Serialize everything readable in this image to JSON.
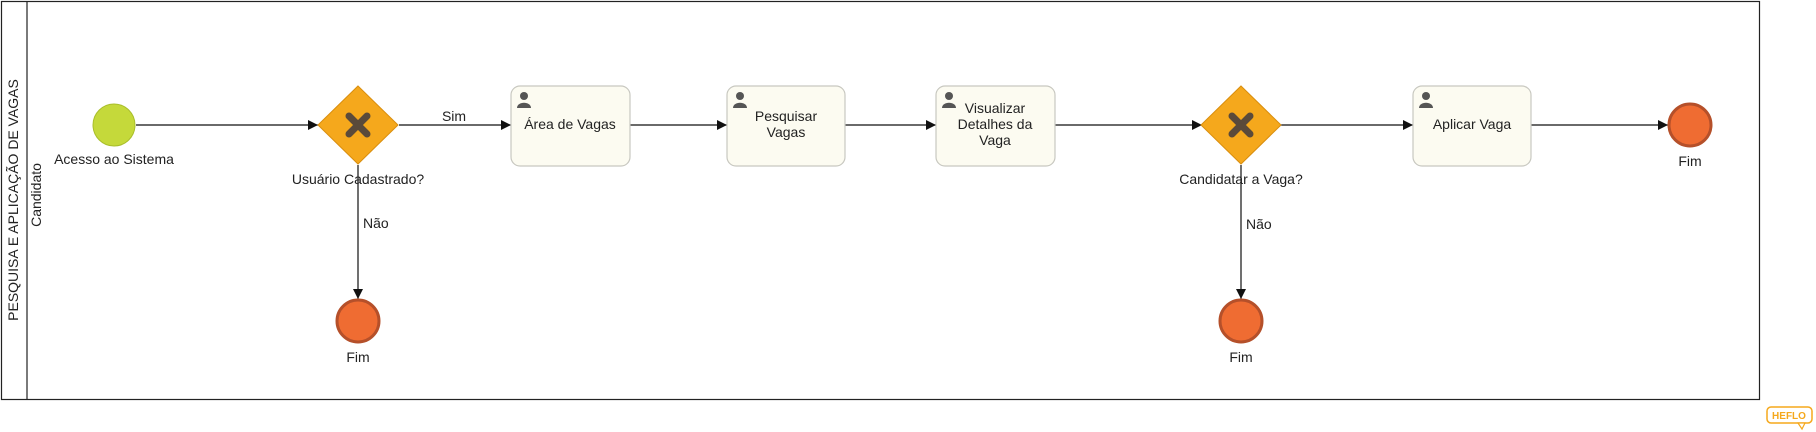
{
  "pool": {
    "title": "PESQUISA E APLICAÇÃO DE VAGAS",
    "lane": "Candidato"
  },
  "start_event": {
    "label": "Acesso ao Sistema"
  },
  "gateways": {
    "g1": {
      "label": "Usuário Cadastrado?"
    },
    "g2": {
      "label": "Candidatar a Vaga?"
    }
  },
  "tasks": {
    "t1": {
      "label": "Área de Vagas"
    },
    "t2": {
      "line1": "Pesquisar",
      "line2": "Vagas"
    },
    "t3": {
      "line1": "Visualizar",
      "line2": "Detalhes da",
      "line3": "Vaga"
    },
    "t4": {
      "label": "Aplicar Vaga"
    }
  },
  "end_events": {
    "e1": {
      "label": "Fim"
    },
    "e2": {
      "label": "Fim"
    },
    "e3": {
      "label": "Fim"
    }
  },
  "flows": {
    "sim": "Sim",
    "nao1": "Não",
    "nao2": "Não"
  },
  "watermark": "HEFLO",
  "colors": {
    "start": "#c5d93a",
    "gateway": "#f5a81c",
    "end_fill": "#ef6c32",
    "end_stroke": "#b5502a",
    "task_fill": "#fcfbf1",
    "task_stroke": "#c8c8c0",
    "logo": "#f5a81c"
  },
  "icons": {
    "task": "user-icon",
    "gateway": "exclusive-x-icon"
  }
}
